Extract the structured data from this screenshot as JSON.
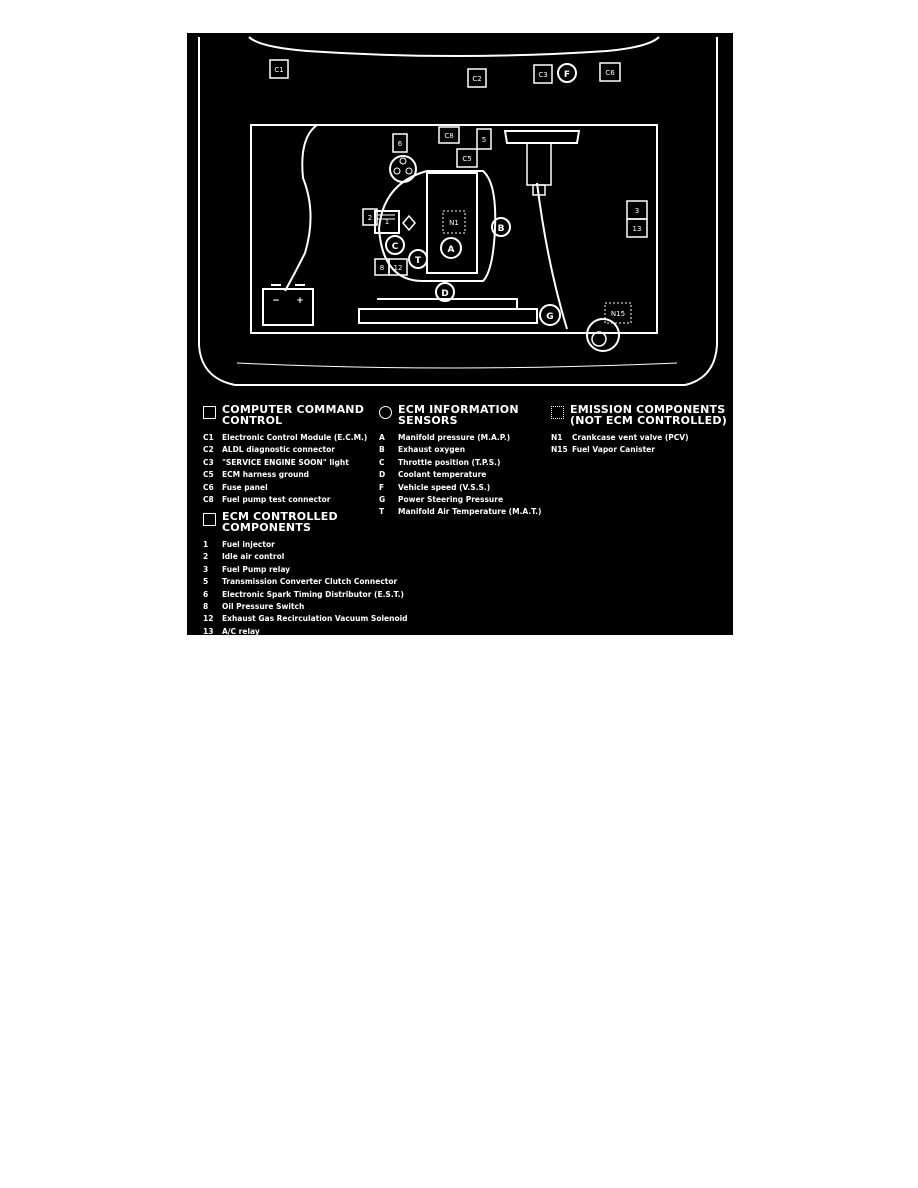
{
  "diagram": {
    "box_labels": {
      "c1": "C1",
      "c2": "C2",
      "c3": "C3",
      "c6": "C6",
      "c8": "C8",
      "c5": "C5",
      "n6": "6",
      "n5": "5",
      "n2": "2",
      "n1": "1",
      "n8": "8",
      "n12": "12",
      "n3": "3",
      "n13": "13",
      "n1_dotted": "N1",
      "n15_dotted": "N15"
    },
    "circle_labels": {
      "f": "F",
      "a": "A",
      "b": "B",
      "c": "C",
      "t": "T",
      "d": "D",
      "g": "G"
    },
    "battery": {
      "minus": "−",
      "plus": "+"
    }
  },
  "legend": {
    "computer_command": {
      "title_line1": "COMPUTER COMMAND",
      "title_line2": "CONTROL",
      "items": [
        {
          "code": "C1",
          "label": "Electronic Control Module (E.C.M.)"
        },
        {
          "code": "C2",
          "label": "ALDL diagnostic connector"
        },
        {
          "code": "C3",
          "label": "\"SERVICE ENGINE SOON\" light"
        },
        {
          "code": "C5",
          "label": "ECM harness ground"
        },
        {
          "code": "C6",
          "label": "Fuse panel"
        },
        {
          "code": "C8",
          "label": "Fuel pump test connector"
        }
      ]
    },
    "ecm_controlled": {
      "title_line1": "ECM CONTROLLED",
      "title_line2": "COMPONENTS",
      "items": [
        {
          "code": "1",
          "label": "Fuel injector"
        },
        {
          "code": "2",
          "label": "Idle air control"
        },
        {
          "code": "3",
          "label": "Fuel Pump relay"
        },
        {
          "code": "5",
          "label": "Transmission Converter Clutch Connector"
        },
        {
          "code": "6",
          "label": "Electronic Spark Timing Distributor (E.S.T.)"
        },
        {
          "code": "8",
          "label": "Oil Pressure Switch"
        },
        {
          "code": "12",
          "label": "Exhaust Gas Recirculation Vacuum Solenoid"
        },
        {
          "code": "13",
          "label": "A/C relay"
        }
      ]
    },
    "ecm_information": {
      "title_line1": "ECM INFORMATION",
      "title_line2": "SENSORS",
      "items": [
        {
          "code": "A",
          "label": "Manifold pressure (M.A.P.)"
        },
        {
          "code": "B",
          "label": "Exhaust oxygen"
        },
        {
          "code": "C",
          "label": "Throttle position (T.P.S.)"
        },
        {
          "code": "D",
          "label": "Coolant temperature"
        },
        {
          "code": "F",
          "label": "Vehicle speed (V.S.S.)"
        },
        {
          "code": "G",
          "label": "Power Steering Pressure"
        },
        {
          "code": "T",
          "label": "Manifold Air Temperature (M.A.T.)"
        }
      ]
    },
    "emission": {
      "title_line1": "EMISSION COMPONENTS",
      "title_line2": "(NOT ECM CONTROLLED)",
      "items": [
        {
          "code": "N1",
          "label": "Crankcase vent valve (PCV)"
        },
        {
          "code": "N15",
          "label": "Fuel Vapor Canister"
        }
      ]
    }
  }
}
